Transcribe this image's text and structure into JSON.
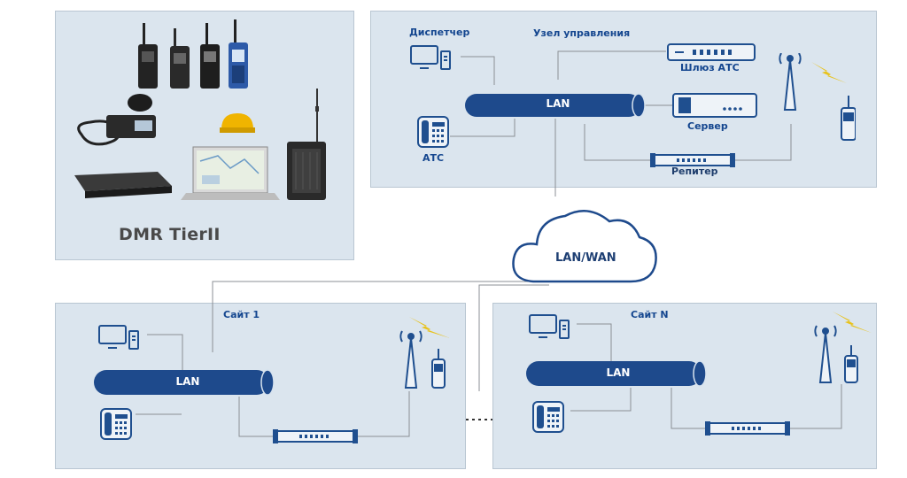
{
  "equipment_panel": {
    "title": "DMR TierII"
  },
  "control_node": {
    "title": "Узел управления",
    "lan_label": "LAN",
    "dispatcher_label": "Диспетчер",
    "gateway_label": "Шлюз АТС",
    "server_label": "Сервер",
    "repeater_label": "Репитер",
    "pbx_label": "АТС"
  },
  "cloud": {
    "label": "LAN/WAN"
  },
  "site_1": {
    "title": "Сайт 1",
    "lan_label": "LAN"
  },
  "site_n": {
    "title": "Сайт N",
    "lan_label": "LAN"
  },
  "colors": {
    "panel_bg": "#dbe5ee",
    "lan_pipe": "#1e4a8c",
    "icon_blue": "#1f4f8f",
    "label_blue": "#14468f",
    "signal_yellow": "#e8c21c"
  }
}
